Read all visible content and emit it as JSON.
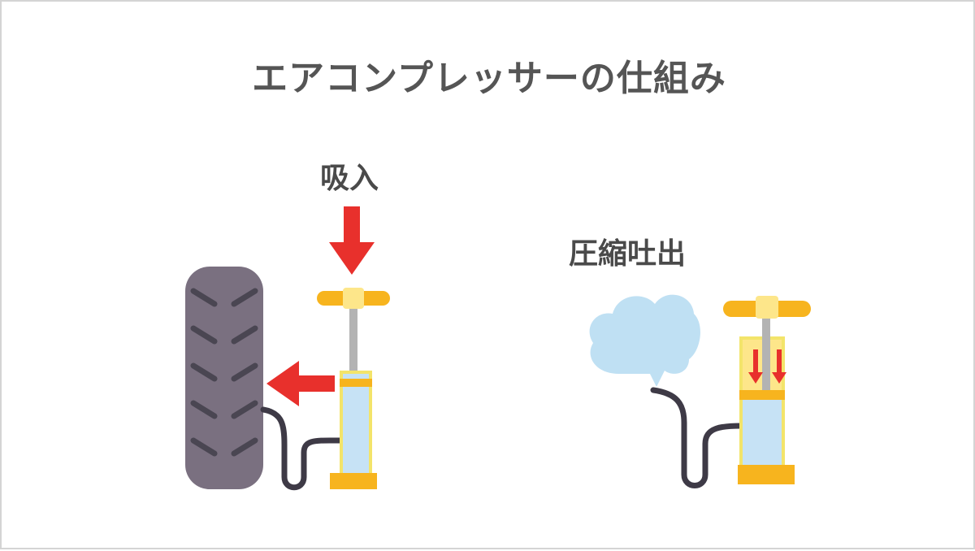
{
  "title": "エアコンプレッサーの仕組み",
  "labels": {
    "intake": "吸入",
    "compress_discharge": "圧縮吐出"
  },
  "colors": {
    "title_text": "#555555",
    "label_text": "#4a4a4a",
    "tire": "#7a7080",
    "tire_tread": "#4a4652",
    "hose": "#3e3a46",
    "pump_handle": "#f7b41e",
    "pump_handle_center": "#fde68a",
    "pump_rod": "#b3b3b3",
    "pump_cylinder_fill": "#c6e2f5",
    "pump_cylinder_border": "#f3e46a",
    "pump_band": "#f7b41e",
    "pump_base": "#f7b41e",
    "arrow_red": "#e8302c",
    "air_cloud": "#bfe0f3"
  }
}
